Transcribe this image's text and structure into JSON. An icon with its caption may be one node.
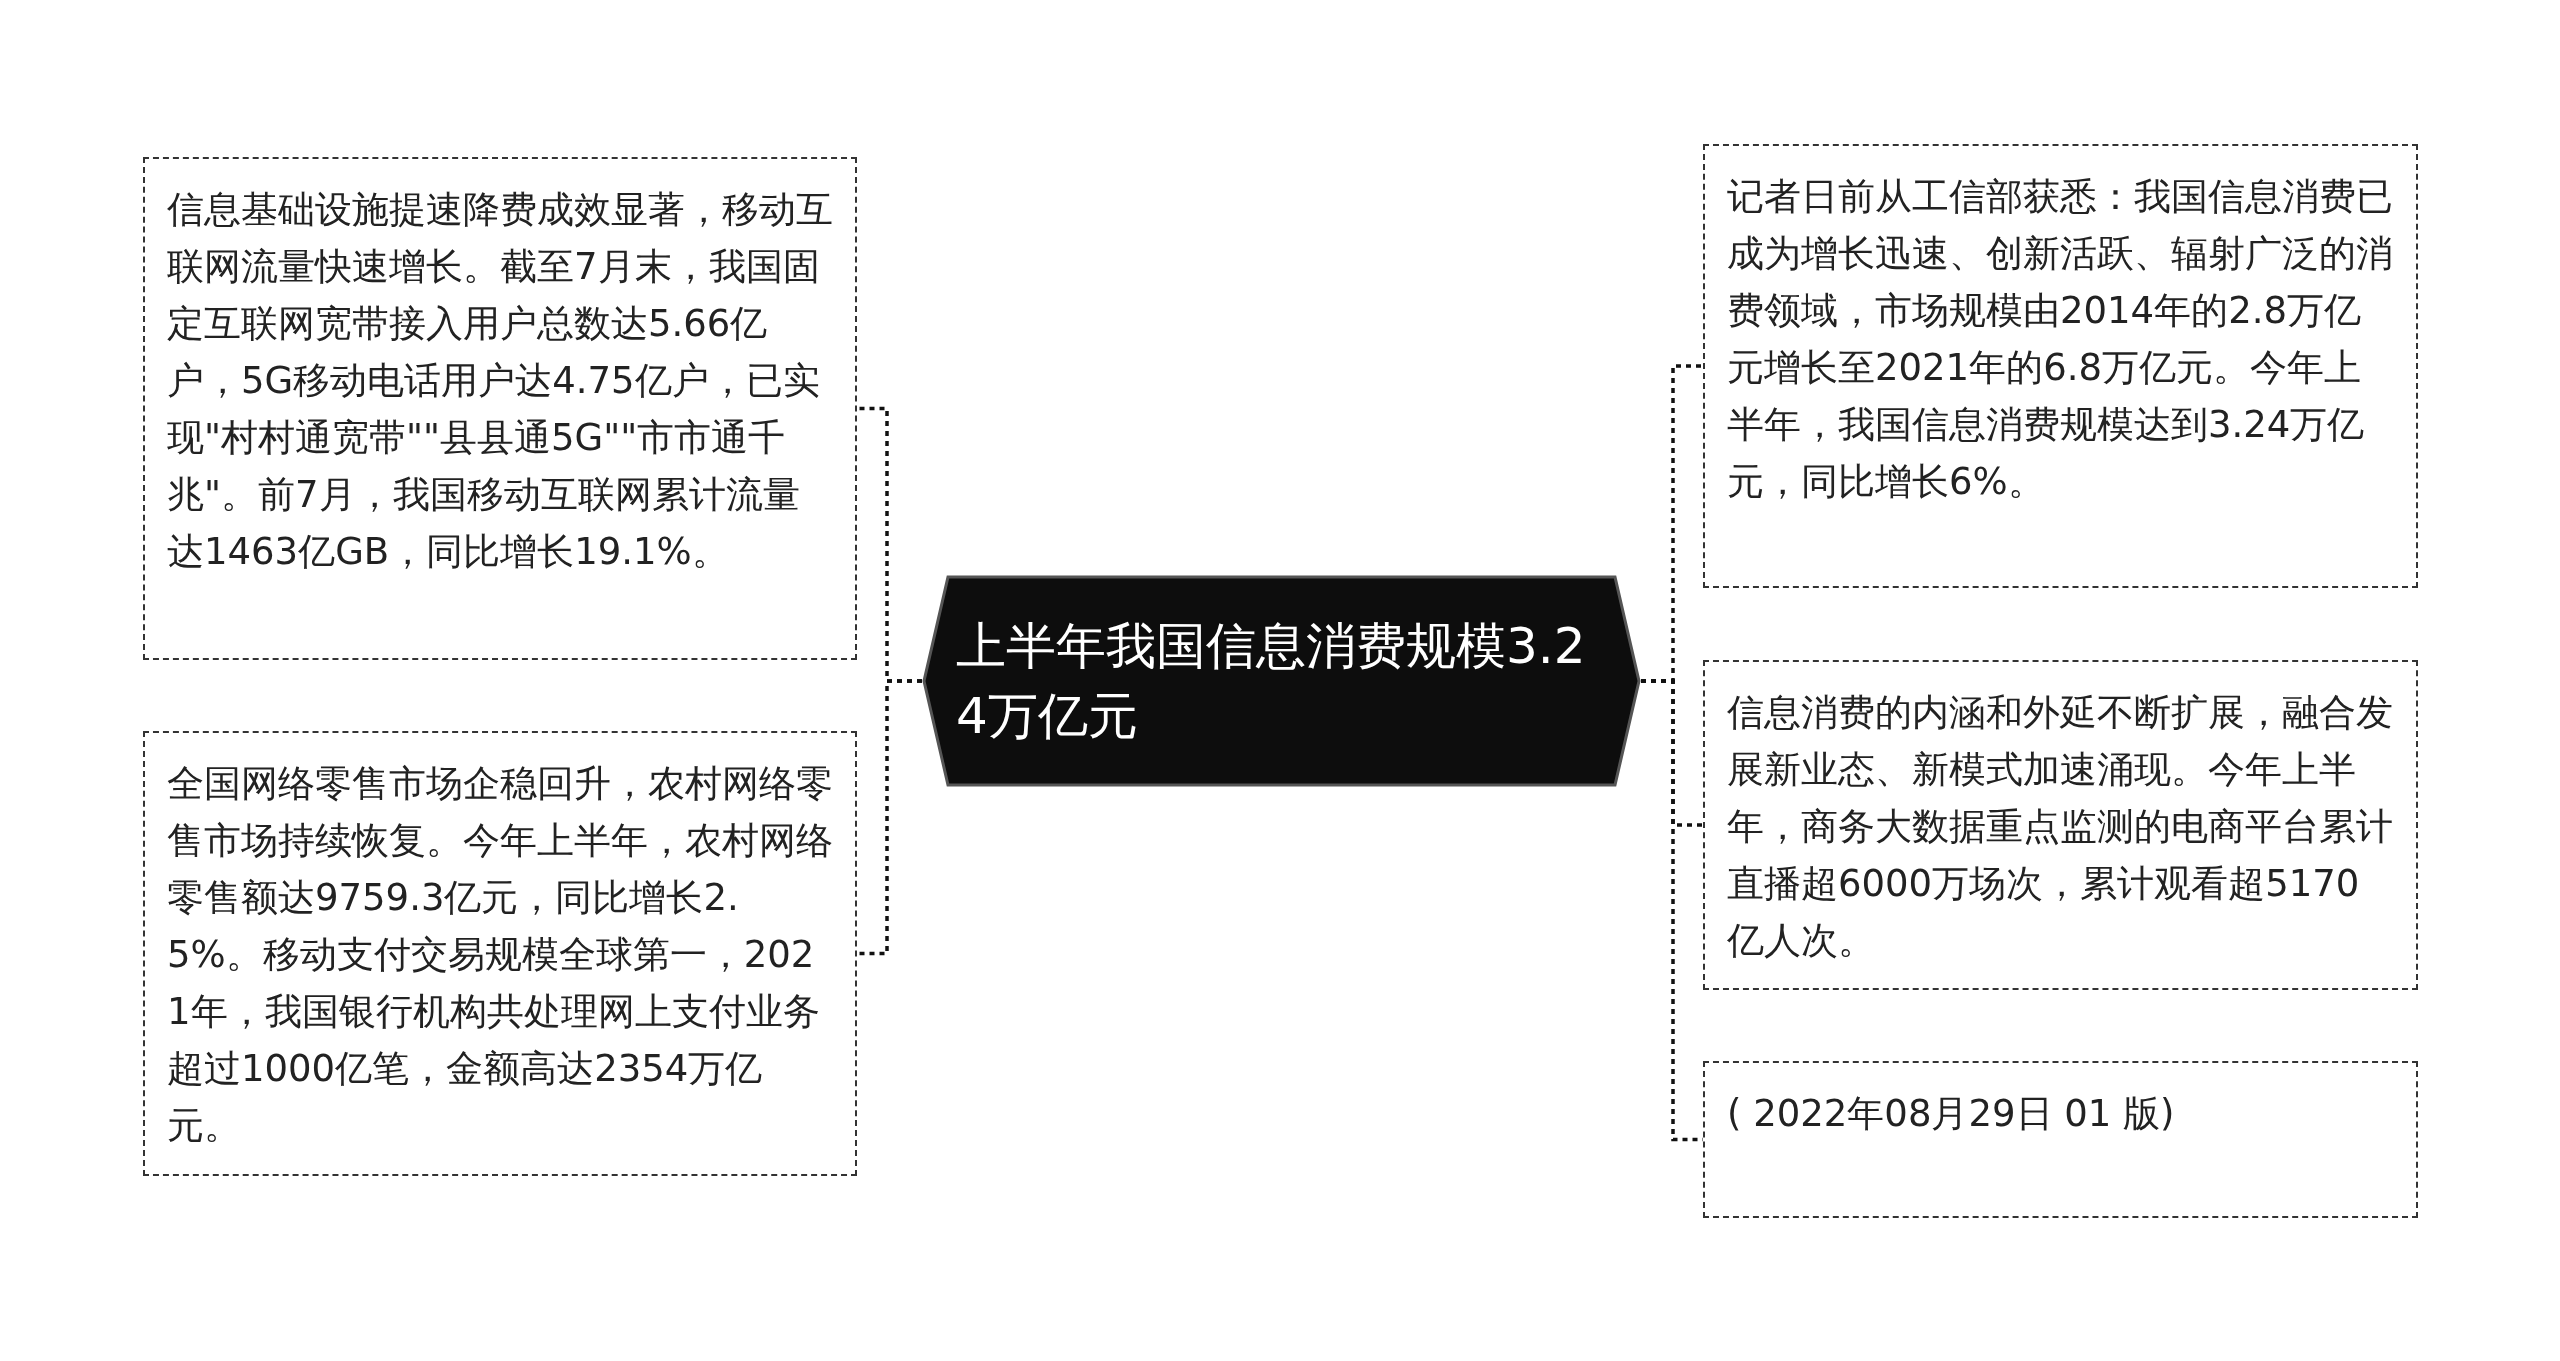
{
  "diagram": {
    "nodes": [
      {
        "text": [
          "上半年我国信息消费规模3.24万亿元"
        ]
      },
      {
        "text": [
          "信息基础设施提速降费成效显著，移动互联网流量快速增长。截至7月末，我国固定互联网宽带接入用户总数达5.66亿户，5G移动电话用户达4.75亿户，已实现\"村村通宽带\"\"县县通5G\"\"市市通千兆\"。前7月，我国移动互联网累计流量达1463亿GB，同比增长19.1%。"
        ]
      },
      {
        "text": [
          "全国网络零售市场企稳回升，农村网络零售市场持续恢复。今年上半年，农村网络零售额达9759.3亿元，同比增长2.5%。移动支付交易规模全球第一，2021年，我国银行机构共处理网上支付业务超过1000亿笔，金额高达2354万亿元。"
        ]
      },
      {
        "text": [
          "记者日前从工信部获悉：我国信息消费已成为增长迅速、创新活跃、辐射广泛的消费领域，市场规模由2014年的2.8万亿元增长至2021年的6.8万亿元。今年上半年，我国信息消费规模达到3.24万亿元，同比增长6%。"
        ]
      },
      {
        "text": [
          "信息消费的内涵和外延不断扩展，融合发展新业态、新模式加速涌现。今年上半年，商务大数据重点监测的电商平台累计直播超6000万场次，累计观看超5170亿人次。"
        ]
      },
      {
        "text": [
          "( 2022年08月29日 01 版)"
        ]
      }
    ],
    "edges": [
      {
        "from": 0,
        "to": 1,
        "arrow": "none"
      },
      {
        "from": 0,
        "to": 2,
        "arrow": "none"
      },
      {
        "from": 0,
        "to": 3,
        "arrow": "none"
      },
      {
        "from": 0,
        "to": 4,
        "arrow": "none"
      },
      {
        "from": 0,
        "to": 5,
        "arrow": "none"
      }
    ]
  }
}
